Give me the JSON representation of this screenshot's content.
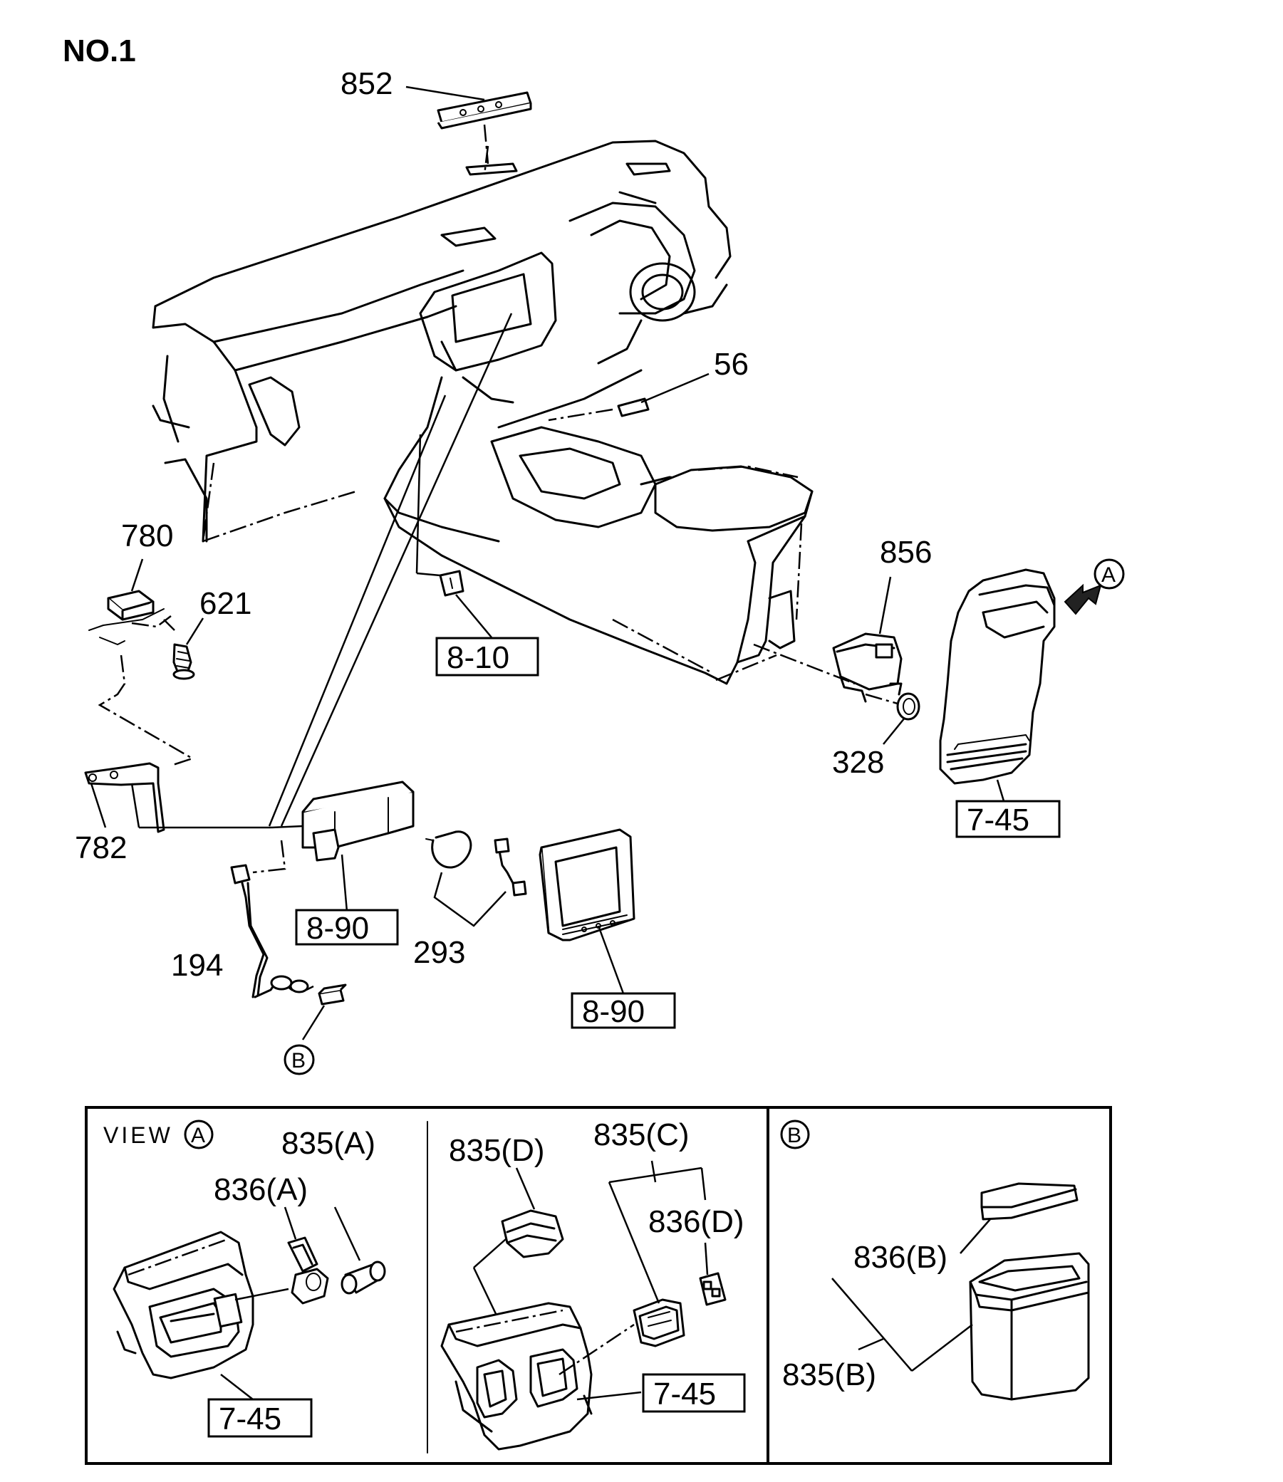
{
  "page_label": "NO.1",
  "labels": {
    "p852": "852",
    "p56": "56",
    "p780": "780",
    "p621": "621",
    "p856": "856",
    "p328": "328",
    "p782": "782",
    "p194": "194",
    "p293": "293",
    "p835a": "835(A)",
    "p836a": "836(A)",
    "p835d": "835(D)",
    "p835c": "835(C)",
    "p836d": "836(D)",
    "p836b": "836(B)",
    "p835b": "835(B)"
  },
  "ref_boxes": {
    "r810": "8-10",
    "r745_main": "7-45",
    "r890_left": "8-90",
    "r890_right": "8-90",
    "r745_viewA": "7-45",
    "r745_mid": "7-45"
  },
  "callouts": {
    "a": "A",
    "b": "B",
    "view_a": "A",
    "panel_b": "B"
  },
  "view_title": "VIEW"
}
